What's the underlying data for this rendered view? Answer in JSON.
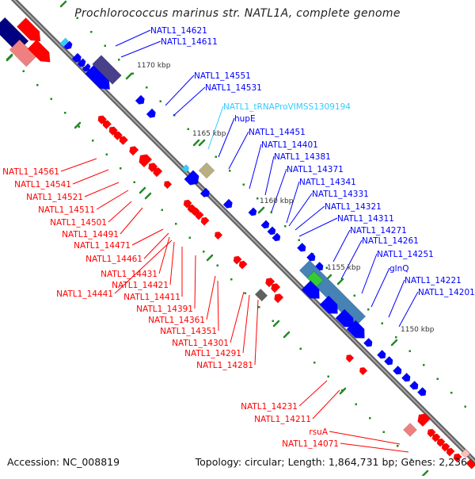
{
  "title": "Prochlorococcus marinus str. NATL1A, complete genome",
  "footer": {
    "accession": "Accession: NC_008819",
    "summary": "Topology: circular; Length: 1,864,731 bp; Genes: 2,236"
  },
  "colors": {
    "forward_strand": "#0000ff",
    "reverse_strand": "#ff0000",
    "trna": "#33ccff",
    "backbone": "#808080",
    "tick": "#228b22",
    "kbp_label": "#333333"
  },
  "scale_labels": [
    "1170 kbp",
    "1165 kbp",
    "1160 kbp",
    "1155 kbp",
    "1150 kbp"
  ],
  "forward_labels": [
    {
      "text": "NATL1_14621",
      "color": "#0000ff"
    },
    {
      "text": "NATL1_14611",
      "color": "#0000ff"
    },
    {
      "text": "NATL1_14551",
      "color": "#0000ff"
    },
    {
      "text": "NATL1_14531",
      "color": "#0000ff"
    },
    {
      "text": "NATL1_tRNAProVIMSS1309194",
      "color": "#33ccff"
    },
    {
      "text": "hupE",
      "color": "#0000ff"
    },
    {
      "text": "NATL1_14451",
      "color": "#0000ff"
    },
    {
      "text": "NATL1_14401",
      "color": "#0000ff"
    },
    {
      "text": "NATL1_14381",
      "color": "#0000ff"
    },
    {
      "text": "NATL1_14371",
      "color": "#0000ff"
    },
    {
      "text": "NATL1_14341",
      "color": "#0000ff"
    },
    {
      "text": "NATL1_14331",
      "color": "#0000ff"
    },
    {
      "text": "NATL1_14321",
      "color": "#0000ff"
    },
    {
      "text": "NATL1_14311",
      "color": "#0000ff"
    },
    {
      "text": "NATL1_14271",
      "color": "#0000ff"
    },
    {
      "text": "NATL1_14261",
      "color": "#0000ff"
    },
    {
      "text": "NATL1_14251",
      "color": "#0000ff"
    },
    {
      "text": "glnQ",
      "color": "#0000ff"
    },
    {
      "text": "NATL1_14221",
      "color": "#0000ff"
    },
    {
      "text": "NATL1_14201",
      "color": "#0000ff"
    }
  ],
  "reverse_labels": [
    {
      "text": "NATL1_14561"
    },
    {
      "text": "NATL1_14541"
    },
    {
      "text": "NATL1_14521"
    },
    {
      "text": "NATL1_14511"
    },
    {
      "text": "NATL1_14501"
    },
    {
      "text": "NATL1_14491"
    },
    {
      "text": "NATL1_14471"
    },
    {
      "text": "NATL1_14461"
    },
    {
      "text": "NATL1_14431"
    },
    {
      "text": "NATL1_14421"
    },
    {
      "text": "NATL1_14441"
    },
    {
      "text": "NATL1_14411"
    },
    {
      "text": "NATL1_14391"
    },
    {
      "text": "NATL1_14361"
    },
    {
      "text": "NATL1_14351"
    },
    {
      "text": "NATL1_14301"
    },
    {
      "text": "NATL1_14291"
    },
    {
      "text": "NATL1_14281"
    },
    {
      "text": "NATL1_14231"
    },
    {
      "text": "NATL1_14211"
    },
    {
      "text": "rsuA"
    },
    {
      "text": "NATL1_14071"
    }
  ]
}
